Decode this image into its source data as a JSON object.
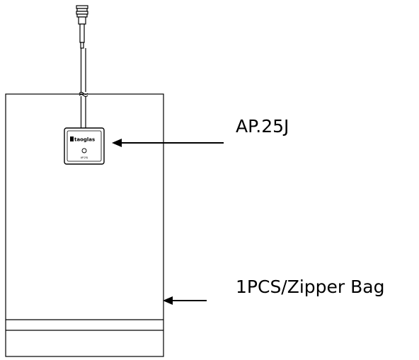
{
  "labels": {
    "antenna": "AP.25J",
    "packaging": "1PCS/Zipper Bag"
  },
  "patch": {
    "brand": "taoglas",
    "model": "AP.25J"
  },
  "colors": {
    "line": "#000000",
    "background": "#ffffff"
  },
  "icons": {
    "connector": "sma-connector-icon",
    "brand_logo": "taoglas-logo-icon"
  }
}
